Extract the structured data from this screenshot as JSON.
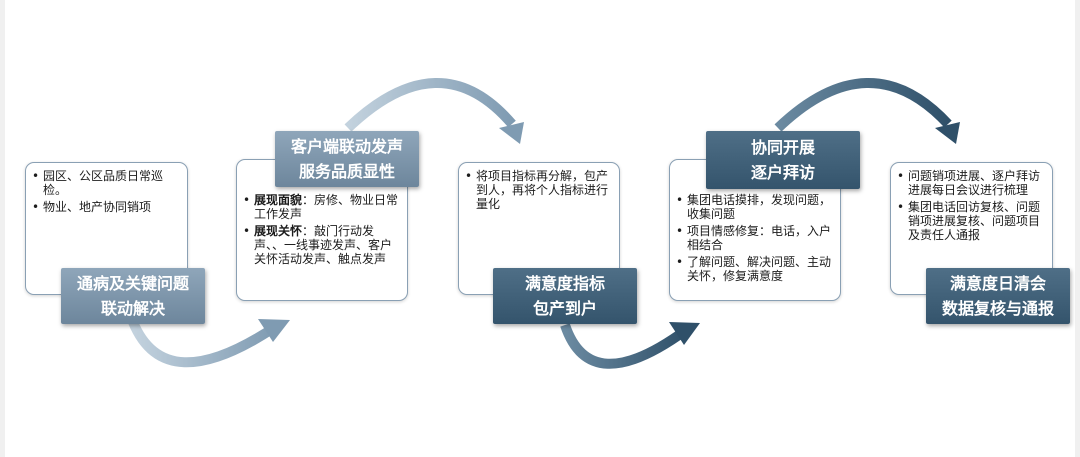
{
  "colors": {
    "card_border": "#8aa0b4",
    "label_light": "#7891a6",
    "label_dark": "#3f5f78",
    "arrow_light": "#86a2b8",
    "arrow_dark": "#375a73"
  },
  "steps": [
    {
      "bullets": [
        {
          "text": "园区、公区品质日常巡检。"
        },
        {
          "text": "物业、地产协同销项"
        }
      ],
      "label_lines": [
        "通病及关键问题",
        "联动解决"
      ]
    },
    {
      "label_lines": [
        "客户端联动发声",
        "服务品质显性"
      ],
      "bullets": [
        {
          "bold": "展现面貌",
          "text": "：房修、物业日常工作发声"
        },
        {
          "bold": "展现关怀",
          "text": "：敲门行动发声、、一线事迹发声、客户关怀活动发声、触点发声"
        }
      ]
    },
    {
      "bullets": [
        {
          "text": "将项目指标再分解，包产到人，再将个人指标进行量化"
        }
      ],
      "label_lines": [
        "满意度指标",
        "包产到户"
      ]
    },
    {
      "label_lines": [
        "协同开展",
        "逐户拜访"
      ],
      "bullets": [
        {
          "text": "集团电话摸排，发现问题，收集问题"
        },
        {
          "text": "项目情感修复：电话，入户相结合"
        },
        {
          "text": "了解问题、解决问题、主动关怀，修复满意度"
        }
      ]
    },
    {
      "bullets": [
        {
          "text": "问题销项进展、逐户拜访进展每日会议进行梳理"
        },
        {
          "text": "集团电话回访复核、问题销项进展复核、问题项目及责任人通报"
        }
      ],
      "label_lines": [
        "满意度日清会",
        "数据复核与通报"
      ]
    }
  ]
}
